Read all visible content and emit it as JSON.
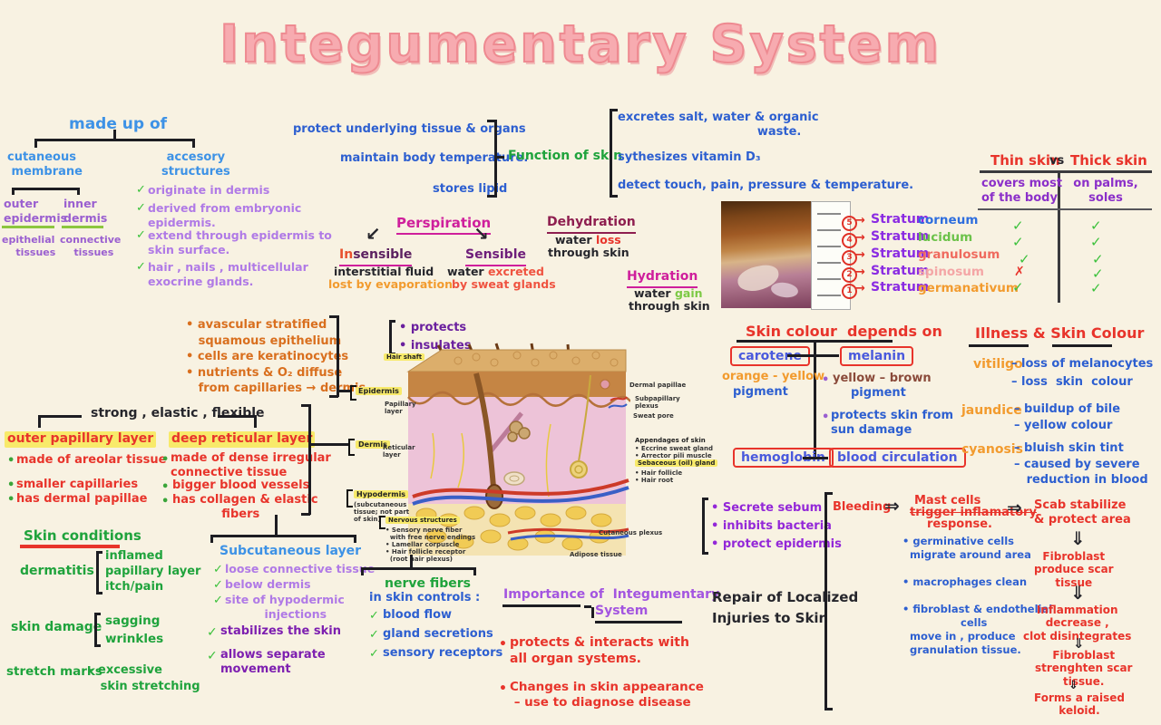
{
  "glyphs": {
    "check": "✓",
    "cross": "✗",
    "bullet": "•",
    "arrow_down_left": "↙",
    "arrow_down_right": "↘",
    "arrow_right_double": "⇒",
    "arrow_down_double": "⇓",
    "arrow_right": "→"
  },
  "title": "Integumentary System",
  "made_up_of": {
    "heading": "made up of",
    "cutaneous": "cutaneous\n membrane",
    "accessory": "accesory\nstructures",
    "outer": "outer\nepidermis",
    "inner": "inner\ndermis",
    "outer_type": "epithelial\n    tissues",
    "inner_type": "connective\n    tissues",
    "checks": [
      "originate in dermis",
      "derived from embryonic\nepidermis.",
      "extend through epidermis to\nskin surface.",
      "hair , nails , multicellular\nexocrine glands."
    ]
  },
  "functions": {
    "label": "Function of skin",
    "left": [
      "protect underlying tissue & organs",
      "maintain body temperature.",
      "stores lipid"
    ],
    "right": [
      "excretes salt, water & organic\n                                  waste.",
      "sythesizes vitamin D₃",
      "detect touch, pain, pressure & temperature."
    ]
  },
  "perspiration": {
    "heading": "Perspiration",
    "insensible_prefix": "In",
    "insensible_rest": "sensible",
    "insensible_l2": "interstitial fluid",
    "insensible_l3": "lost by evaporation",
    "sensible_title": "Sensible",
    "sensible_l2a": "water ",
    "sensible_l2b": "excreted",
    "sensible_l3": "by sweat glands"
  },
  "dehydration": {
    "title": "Dehydration",
    "l2a": "water ",
    "l2b": "loss",
    "l3": "through skin"
  },
  "hydration": {
    "title": "Hydration",
    "l2a": "water ",
    "l2b": "gain",
    "l3": "through skin"
  },
  "strata": {
    "label": "Stratum",
    "rows": [
      {
        "num": "5",
        "name": "corneum"
      },
      {
        "num": "4",
        "name": "lucidum"
      },
      {
        "num": "3",
        "name": "granulosum"
      },
      {
        "num": "2",
        "name": "spinosum"
      },
      {
        "num": "1",
        "name": "germanativum"
      }
    ]
  },
  "thin_thick": {
    "left": "Thin skin",
    "vs": "vs",
    "right": "Thick skin",
    "col1": "covers most\nof the body",
    "col2": "on palms,\nsoles",
    "thin_marks": [
      "✓",
      "✓",
      "✓",
      "✗",
      "✓"
    ],
    "thick_marks": [
      "✓",
      "✓",
      "✓",
      "✓",
      "✓"
    ]
  },
  "epidermis_notes": "• avascular stratified\n   squamous epithelium\n• cells are keratinocytes\n• nutrients & O₂ diffuse\n   from capillaries → dermis",
  "protects_insulates": "• protects\n• insulates",
  "dermis_area": {
    "heading": "strong , elastic , flexible",
    "papillary_title": "outer papillary layer",
    "papillary_bullets": [
      "made of areolar tissue",
      "smaller capillaries",
      "has dermal papillae"
    ],
    "reticular_title": "deep reticular layer",
    "reticular_bullets": [
      "made of dense irregular\nconnective tissue",
      "bigger blood vessels",
      "has collagen & elastic\n            fibers"
    ]
  },
  "skin_conditions": {
    "heading": "Skin conditions",
    "rows": [
      {
        "name": "dermatitis",
        "detail": "inflamed\npapillary layer\nitch/pain"
      },
      {
        "name": "skin damage",
        "detail": "sagging\nwrinkles"
      },
      {
        "name": "stretch marks",
        "detail": "– excessive\n   skin stretching"
      }
    ]
  },
  "subcutaneous": {
    "title": "Subcutaneous layer",
    "light": [
      "loose connective tissue",
      "below dermis",
      "site of hypodermic\n          injections"
    ],
    "dark": [
      "stabilizes the skin",
      "allows separate\nmovement"
    ]
  },
  "nerve": {
    "t1": "nerve fibers",
    "t2": "in skin controls :",
    "checks": [
      "blood flow",
      "gland secretions",
      "sensory receptors"
    ]
  },
  "importance": {
    "l1": "Importance of  Integumentary",
    "l2": "System",
    "bullets": [
      "protects & interacts with\nall organ systems.",
      "Changes in skin appearance\n – use to diagnose disease"
    ]
  },
  "sebum": "• Secrete sebum\n• inhibits bacteria\n• protect epidermis",
  "repair": {
    "bleeding": "Bleeding",
    "label": "Repair of Localized\nInjuries to Skin",
    "mast1": "Mast cells",
    "mast2": "trigger inflamatory",
    "mast3": "response.",
    "mast_bullets": "• germinative cells\n  migrate around area\n\n• macrophages clean\n\n• fibroblast & endothelial\n                cells\n  move in , produce\n  granulation tissue.",
    "flow": [
      "Scab stabilize\n& protect area",
      "Fibroblast\nproduce scar\ntissue",
      "Inflammation\ndecrease ,\nclot disintegrates",
      "Fibroblast\nstrenghten scar\ntissue.",
      "Forms a raised\nkeloid."
    ]
  },
  "skin_colour": {
    "heading": "Skin colour  depends on",
    "carotene": "carotene",
    "melanin": "melanin",
    "hemoglobin": "hemoglobin",
    "blood": "blood circulation",
    "carotene_d1": "orange - yellow",
    "carotene_d2": "pigment",
    "melanin_d1a": "yellow – brown",
    "melanin_d1b": "pigment",
    "melanin_d2": "protects skin from\nsun damage"
  },
  "illness": {
    "heading": "Illness & Skin Colour",
    "items": [
      {
        "name": "vitiligo",
        "desc": "– loss of melanocytes\n– loss  skin  colour"
      },
      {
        "name": "jaundice",
        "desc": "– buildup of bile\n– yellow colour"
      },
      {
        "name": "cyanosis",
        "desc": "– bluish skin tint\n– caused by severe\n   reduction in blood"
      }
    ]
  },
  "diagram": {
    "hair_shaft": "Hair shaft",
    "epidermis": "Epidermis",
    "papillary": "Papillary\nlayer",
    "dermis": "Dermis",
    "reticular": "Reticular\nlayer",
    "hypodermis": "Hypodermis",
    "hypodermis_sub": "(subcutaneous\ntissue; not part\nof skin)",
    "nervous": "Nervous structures",
    "nervous_items": "• Sensory nerve fiber\n  with free nerve endings\n• Lamellar corpuscle\n• Hair follicle receptor\n  (root hair plexus)",
    "dermal_papillae": "Dermal papillae",
    "subpapillary": "Subpapillary\nplexus",
    "sweat_pore": "Sweat pore",
    "appendages": "Appendages of skin",
    "appendage_items_pre": "• Eccrine sweat gland\n• Arrector pili muscle",
    "sebaceous": "Sebaceous (oil) gland",
    "appendage_items_post": "• Hair follicle\n• Hair root",
    "cutaneous_plexus": "Cutaneous plexus",
    "adipose": "Adipose tissue"
  }
}
